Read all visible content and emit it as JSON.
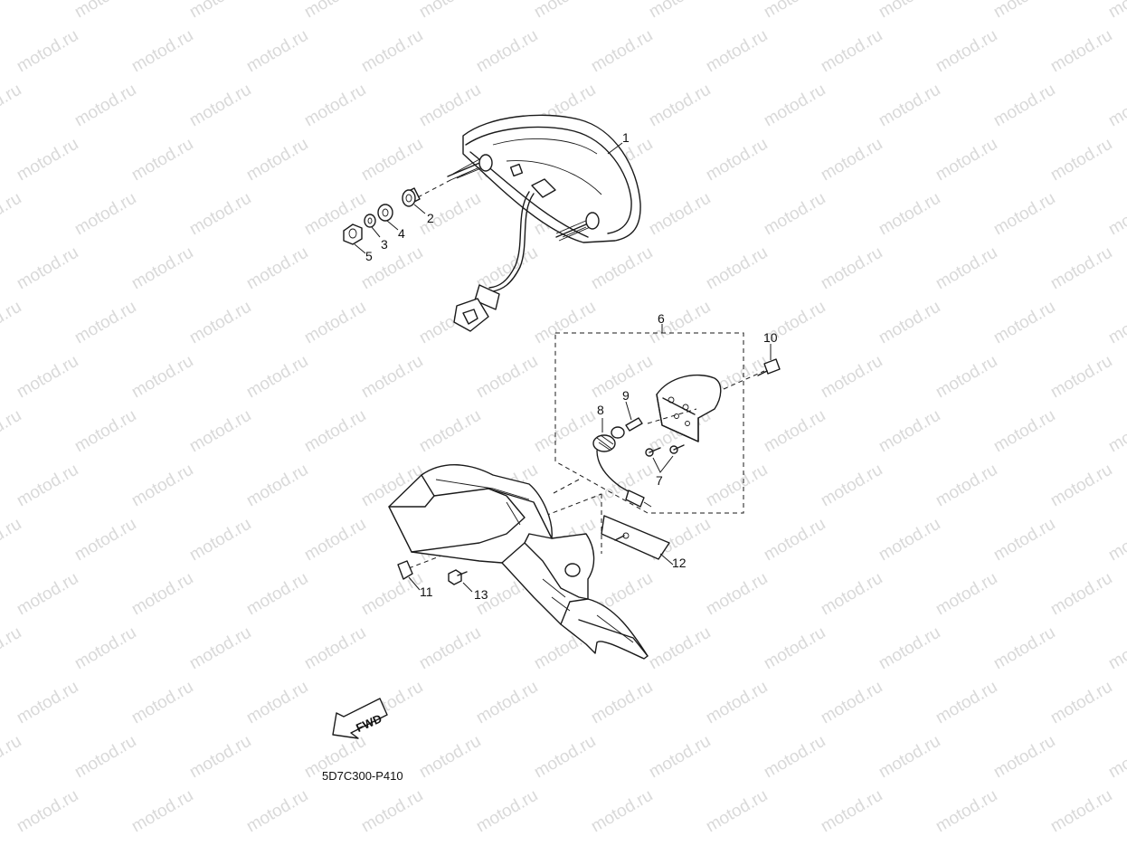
{
  "watermark": {
    "text": "motod.ru"
  },
  "diagram_code": "5D7C300-P410",
  "direction_label": "FWD",
  "callouts": {
    "p1": "1",
    "p2": "2",
    "p3": "3",
    "p4": "4",
    "p5": "5",
    "p6": "6",
    "p7": "7",
    "p8": "8",
    "p9": "9",
    "p10": "10",
    "p11": "11",
    "p12": "12",
    "p13": "13"
  },
  "colors": {
    "line": "#1a1a1a",
    "watermark": "#d9d9d9",
    "background": "#ffffff"
  }
}
